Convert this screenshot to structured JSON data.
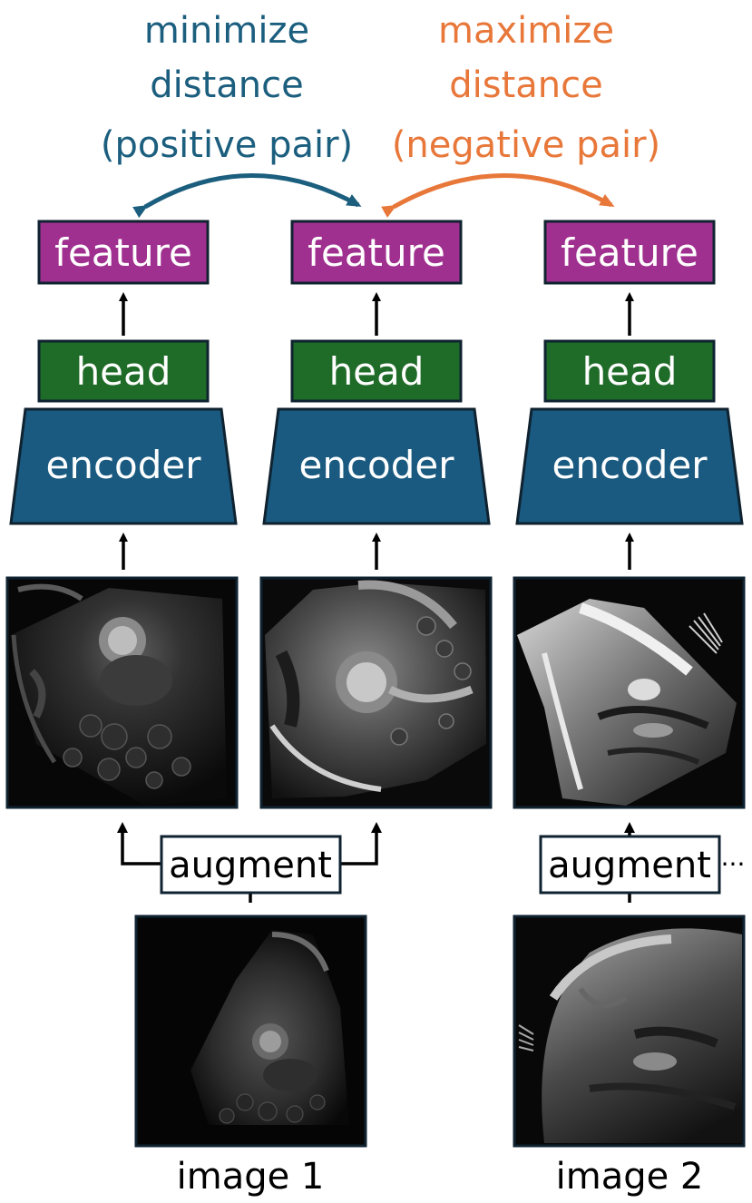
{
  "top_labels": {
    "positive": [
      "minimize",
      "distance",
      "(positive pair)"
    ],
    "negative": [
      "maximize",
      "distance",
      "(negative pair)"
    ]
  },
  "columns": [
    {
      "feature": "feature",
      "head": "head",
      "encoder": "encoder"
    },
    {
      "feature": "feature",
      "head": "head",
      "encoder": "encoder"
    },
    {
      "feature": "feature",
      "head": "head",
      "encoder": "encoder"
    }
  ],
  "augment": {
    "label_1": "augment",
    "label_2": "augment",
    "ellipsis": "···"
  },
  "inputs": {
    "image_1": "image 1",
    "image_2": "image 2"
  },
  "colors": {
    "positive": "#1b5e7e",
    "negative": "#e8773a",
    "feature": "#a0308f",
    "head": "#1f6b28",
    "encoder": "#1a5a80",
    "border": "#0f2230"
  },
  "images": {
    "view_1": "mri-augmented-view-1",
    "view_2": "mri-augmented-view-2",
    "view_3": "mri-augmented-view-3",
    "source_1": "mri-source-image-1",
    "source_2": "mri-source-image-2"
  }
}
